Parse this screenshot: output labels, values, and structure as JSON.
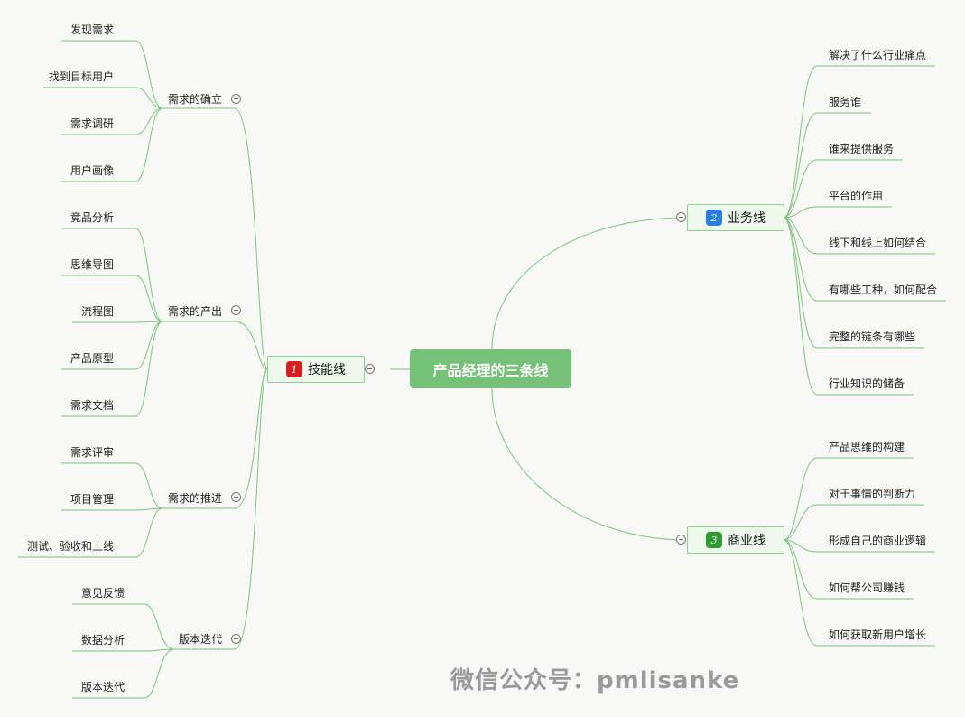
{
  "root": {
    "label": "产品经理的三条线"
  },
  "skill_line": {
    "badge": "1",
    "label": "技能线",
    "groups": [
      {
        "label": "需求的确立",
        "items": [
          "发现需求",
          "找到目标用户",
          "需求调研",
          "用户画像"
        ]
      },
      {
        "label": "需求的产出",
        "items": [
          "竟品分析",
          "思维导图",
          "流程图",
          "产品原型",
          "需求文档"
        ]
      },
      {
        "label": "需求的推进",
        "items": [
          "需求评审",
          "项目管理",
          "测试、验收和上线"
        ]
      },
      {
        "label": "版本迭代",
        "items": [
          "意见反馈",
          "数据分析",
          "版本迭代"
        ]
      }
    ]
  },
  "business_line": {
    "badge": "2",
    "label": "业务线",
    "items": [
      "解决了什么行业痛点",
      "服务谁",
      "谁来提供服务",
      "平台的作用",
      "线下和线上如何结合",
      "有哪些工种，如何配合",
      "完整的链条有哪些",
      "行业知识的储备"
    ]
  },
  "commerce_line": {
    "badge": "3",
    "label": "商业线",
    "items": [
      "产品思维的构建",
      "对于事情的判断力",
      "形成自己的商业逻辑",
      "如何帮公司赚钱",
      "如何获取新用户增长"
    ]
  },
  "colors": {
    "branch_line": "#7dc47d",
    "root_fill": "#74c177",
    "badge_red": "#d91e1e",
    "badge_blue": "#2a7de1",
    "badge_green": "#2e9b2e"
  },
  "watermark": "微信公众号：pmlisanke"
}
